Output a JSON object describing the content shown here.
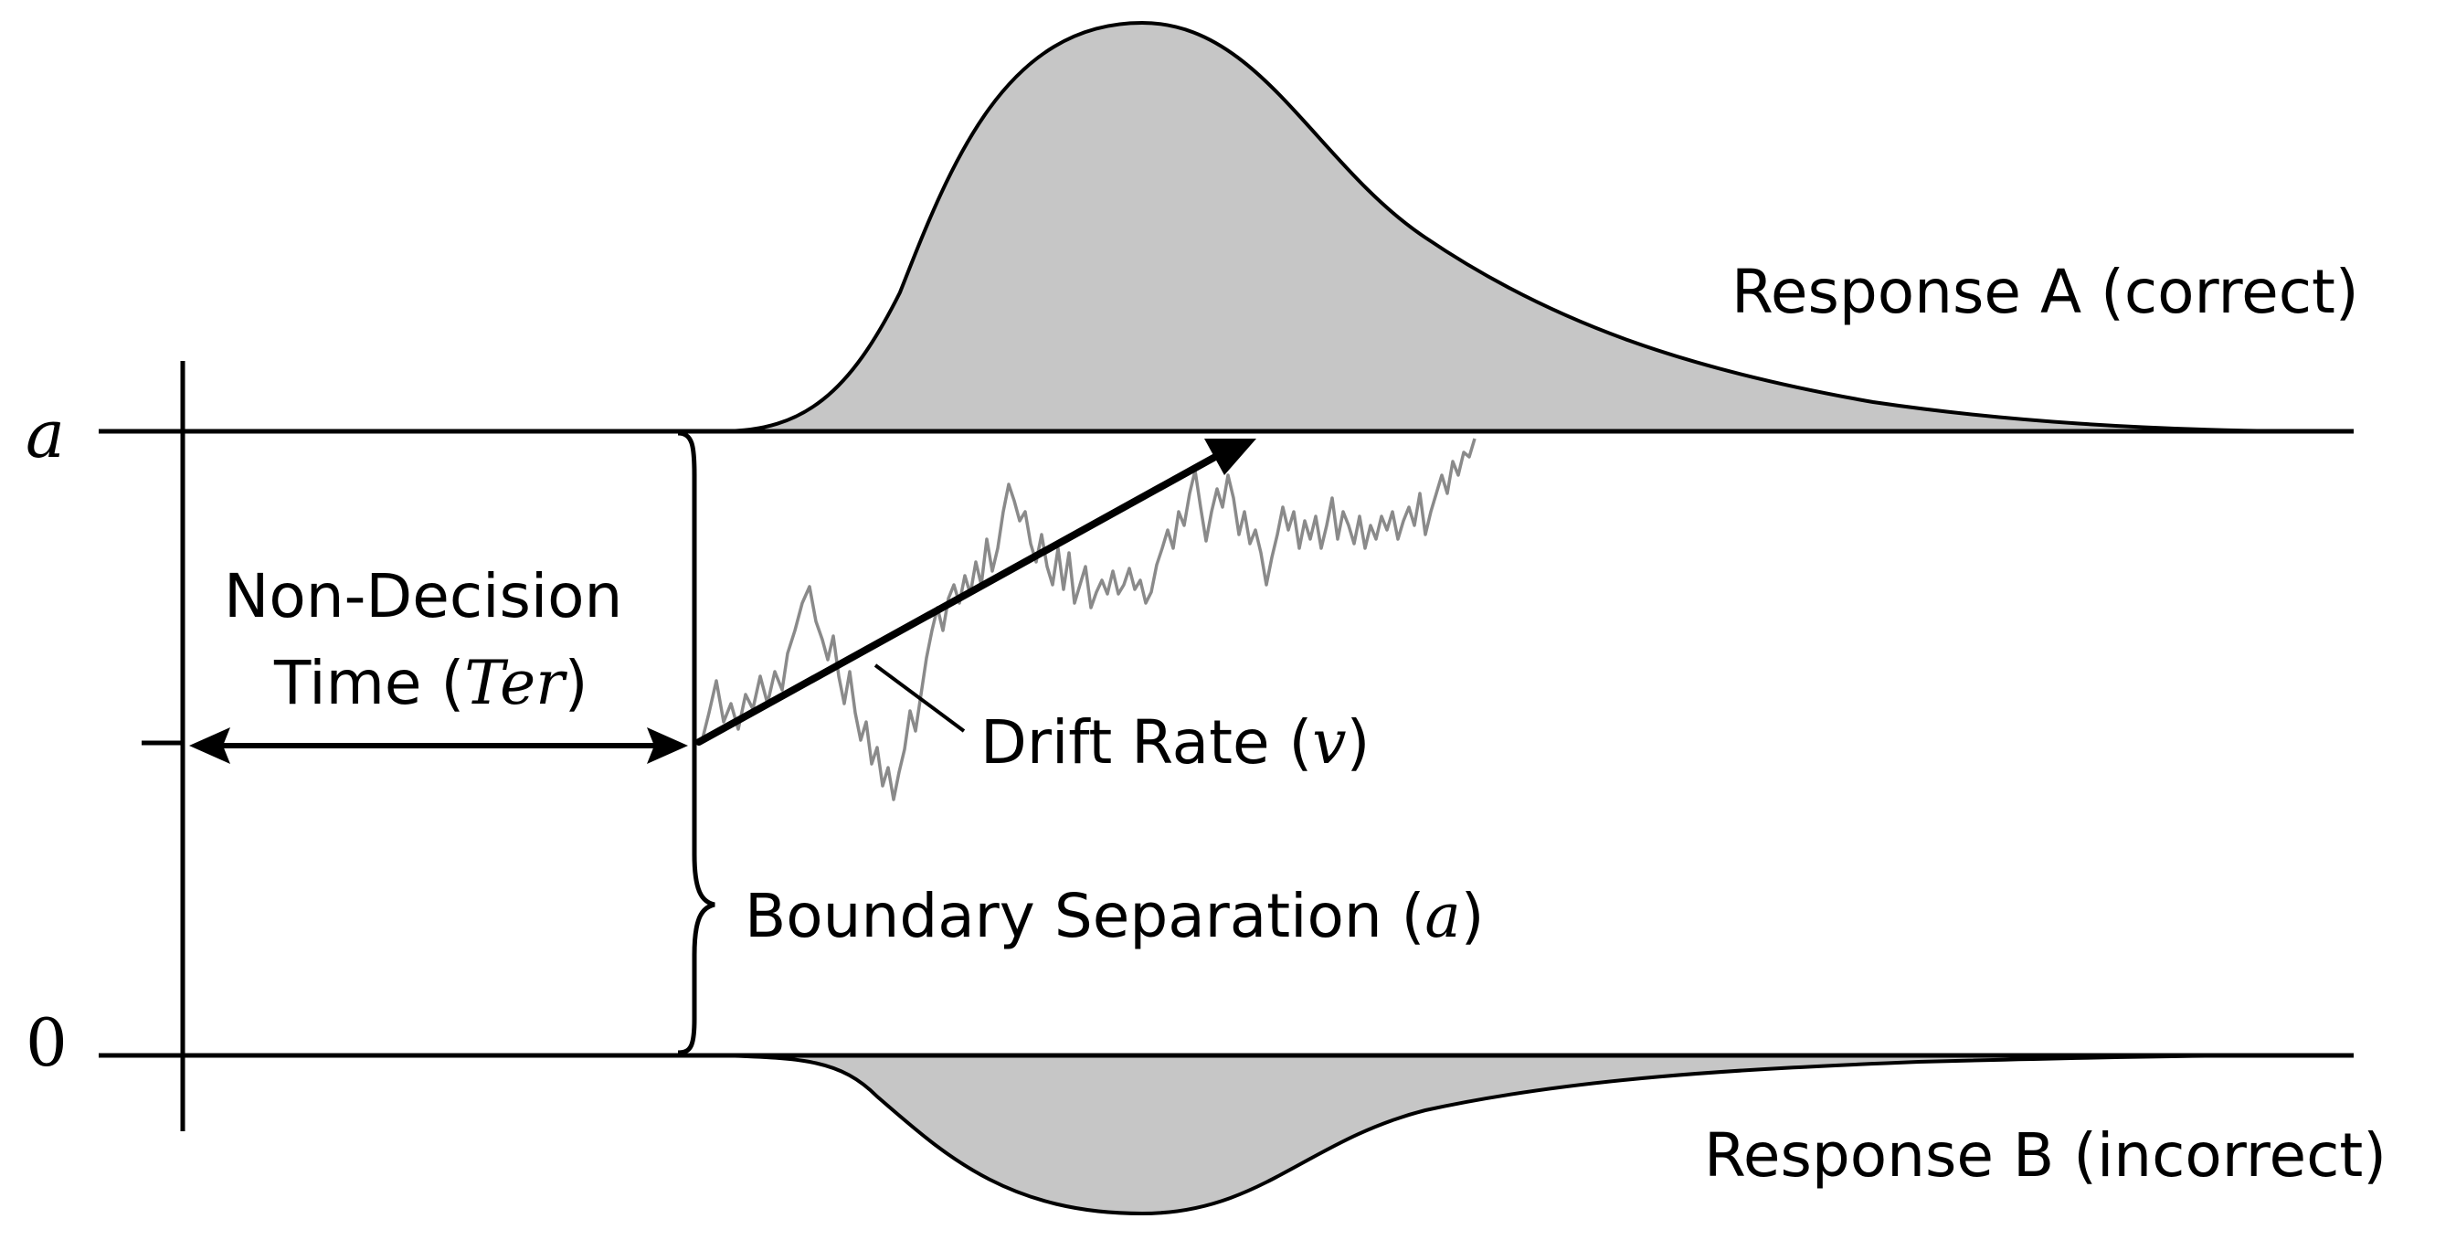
{
  "axis": {
    "top_label": "a",
    "bottom_label": "0"
  },
  "labels": {
    "response_a": "Response A (correct)",
    "response_b": "Response B (incorrect)",
    "non_decision_line1": "Non-Decision",
    "non_decision_line2_prefix": "Time (",
    "non_decision_var": "Ter",
    "non_decision_line2_suffix": ")",
    "drift_prefix": "Drift Rate (",
    "drift_var": "v",
    "drift_suffix": ")",
    "boundary_prefix": "Boundary Separation (",
    "boundary_var": "a",
    "boundary_suffix": ")"
  },
  "colors": {
    "line": "#000000",
    "distribution_fill": "#c6c6c6",
    "random_walk": "#8a8a8a"
  }
}
